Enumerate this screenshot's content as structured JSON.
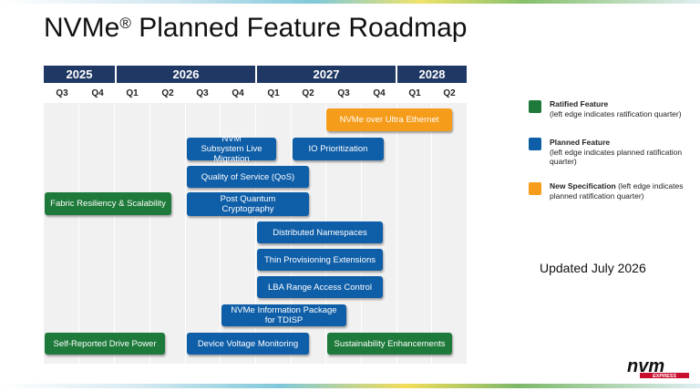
{
  "title": {
    "main": "NVMe",
    "sup": "®",
    "rest": " Planned Feature Roadmap"
  },
  "years": [
    "2025",
    "2026",
    "2027",
    "2028"
  ],
  "quarters": [
    "Q3",
    "Q4",
    "Q1",
    "Q2",
    "Q3",
    "Q4",
    "Q1",
    "Q2",
    "Q3",
    "Q4",
    "Q1",
    "Q2"
  ],
  "features": {
    "nvme_over_ultra_ethernet": "NVMe over Ultra Ethernet",
    "nvm_subsystem_live_migration": "NVM Subsystem Live Migration",
    "io_prioritization": "IO Prioritization",
    "quality_of_service": "Quality of Service (QoS)",
    "fabric_resiliency": "Fabric Resiliency & Scalability",
    "post_quantum_cryptography": "Post Quantum Cryptography",
    "distributed_namespaces": "Distributed Namespaces",
    "thin_provisioning": "Thin Provisioning Extensions",
    "lba_range_access_control": "LBA Range Access Control",
    "nvme_info_package_tdisp": "NVMe Information Package for TDISP",
    "self_reported_drive_power": "Self-Reported Drive Power",
    "device_voltage_monitoring": "Device Voltage Monitoring",
    "sustainability_enhancements": "Sustainability Enhancements"
  },
  "legend": {
    "ratified": {
      "label": "Ratified Feature",
      "desc": "(left edge indicates ratification quarter)",
      "color": "#1e7a3a"
    },
    "planned": {
      "label": "Planned Feature",
      "desc": "(left edge indicates planned ratification quarter)",
      "color": "#0f5ea8"
    },
    "newspec": {
      "label": "New Specification",
      "desc": "(left edge indicates planned ratification quarter)",
      "color": "#f59c1a"
    }
  },
  "updated": "Updated July 2026",
  "logo": {
    "main": "nvm",
    "sub": "EXPRESS"
  }
}
